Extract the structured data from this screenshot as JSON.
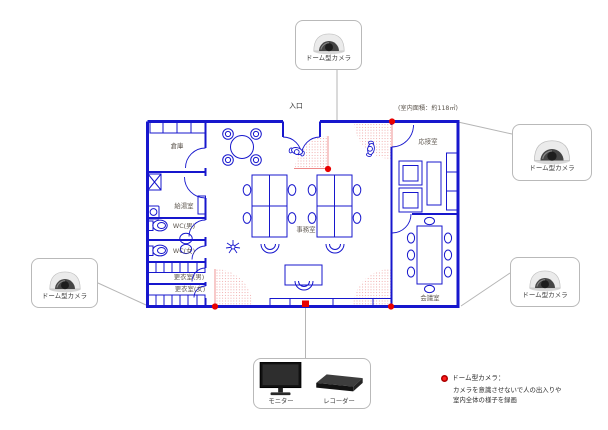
{
  "cameras": {
    "top": {
      "label": "ドーム型カメラ"
    },
    "right": {
      "label": "ドーム型カメラ"
    },
    "left": {
      "label": "ドーム型カメラ"
    },
    "bottom_right": {
      "label": "ドーム型カメラ"
    }
  },
  "equipment": {
    "monitor_label": "モニター",
    "recorder_label": "レコーダー"
  },
  "floor_plan": {
    "entrance_label": "入口",
    "area_note": "(室内面積：約118㎡)",
    "rooms": {
      "storage": "倉庫",
      "kitchenette": "給湯室",
      "wc_male": "WC(男)",
      "wc_female": "WC(女)",
      "locker_male": "更衣室(男)",
      "locker_female": "更衣室(女)",
      "office": "事務室",
      "reception": "応接室",
      "meeting": "会議室"
    }
  },
  "legend": {
    "title": "ドーム型カメラ：",
    "line1": "カメラを意識させないで人の出入りや",
    "line2": "室内全体の様子を録画"
  },
  "colors": {
    "wall_blue": "#1717cd",
    "camera_red": "#e80000",
    "cone_pink": "#eb8f8f",
    "connector_gray": "#b5b5b5"
  }
}
